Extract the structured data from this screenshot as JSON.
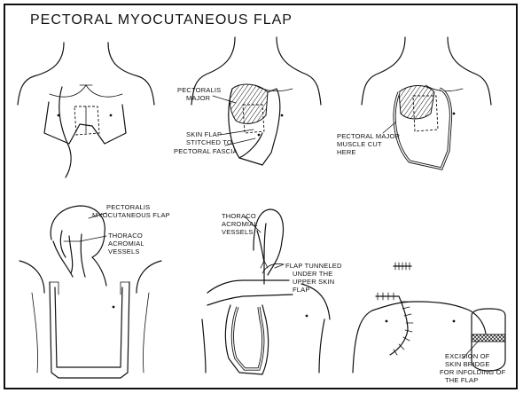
{
  "title": "PECTORAL MYOCUTANEOUS FLAP",
  "labels": {
    "pectoralis_major": [
      "PECTORALIS",
      "MAJOR"
    ],
    "skin_flap": [
      "SKIN FLAP",
      "STITCHED TO",
      "PECTORAL FASCIA"
    ],
    "muscle_cut": [
      "PECTORAL MAJOR",
      "MUSCLE CUT",
      "HERE"
    ],
    "myocutaneous_flap": [
      "PECTORALIS",
      "MYOCUTANEOUS FLAP"
    ],
    "thoraco_vessels_left": [
      "THORACO",
      "ACROMIAL",
      "VESSELS"
    ],
    "thoraco_vessels_mid": [
      "THORACO",
      "ACROMIAL",
      "VESSELS"
    ],
    "flap_tunneled": [
      "FLAP TUNNELED",
      "UNDER THE",
      "UPPER SKIN",
      "FLAP"
    ],
    "excision": [
      "EXCISION OF",
      "SKIN BRIDGE",
      "FOR INFOLDING OF",
      "THE FLAP"
    ]
  }
}
